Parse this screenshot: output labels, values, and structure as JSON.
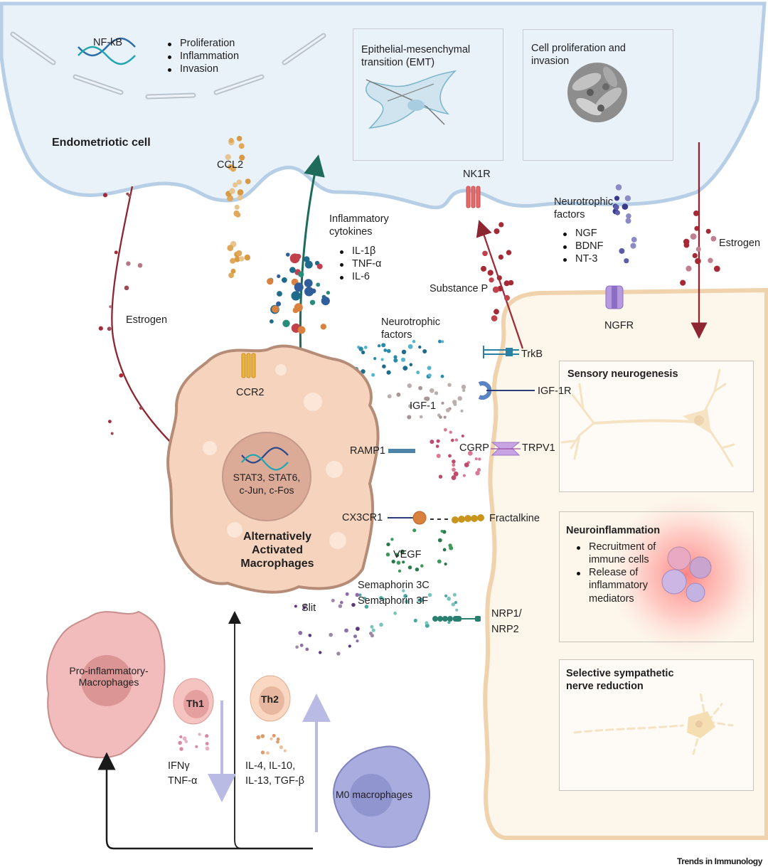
{
  "endometriotic_cell": {
    "label": "Endometriotic cell",
    "transcription_factor": "NF-kB",
    "effects": [
      "Proliferation",
      "Inflammation",
      "Invasion"
    ],
    "emt_box": {
      "title": "Epithelial-mesenchymal transition (EMT)"
    },
    "prolif_box": {
      "title": "Cell proliferation and invasion"
    }
  },
  "signals": {
    "ccl2": "CCL2",
    "ccr2": "CCR2",
    "inflammatory_cytokines": {
      "title": "Inflammatory cytokines",
      "items": [
        "IL-1β",
        "TNF-α",
        "IL-6"
      ]
    },
    "nk1r": "NK1R",
    "substance_p": "Substance P",
    "neurotrophic_top": {
      "title": "Neurotrophic factors",
      "items": [
        "NGF",
        "BDNF",
        "NT-3"
      ]
    },
    "ngfr": "NGFR",
    "estrogen_left": "Estrogen",
    "estrogen_right": "Estrogen",
    "neurotrophic_mid": "Neurotrophic factors",
    "trkb": "TrkB",
    "igf1": "IGF-1",
    "igf1r": "IGF-1R",
    "ramp1": "RAMP1",
    "cgrp": "CGRP",
    "trpv1": "TRPV1",
    "cx3cr1": "CX3CR1",
    "fractalkine": "Fractalkine",
    "vegf": "VEGF",
    "semaphorin": [
      "Semaphorin 3C",
      "Semaphorin 3F"
    ],
    "slit": "Slit",
    "nrp": [
      "NRP1/",
      "NRP2"
    ]
  },
  "macrophage": {
    "nucleus_text": [
      "STAT3, STAT6,",
      "c-Jun, c-Fos"
    ],
    "name": [
      "Alternatively",
      "Activated",
      "Macrophages"
    ]
  },
  "lower_left": {
    "pro_inflammatory": [
      "Pro-inflammatory-",
      "Macrophages"
    ],
    "th1": "Th1",
    "th2": "Th2",
    "th1_cytokines": [
      "IFNγ",
      "TNF-α"
    ],
    "th2_cytokines": [
      "IL-4, IL-10,",
      "IL-13, TGF-β"
    ],
    "m0": "M0 macrophages"
  },
  "panels": {
    "sensory": {
      "title": "Sensory neurogenesis"
    },
    "neuroinflammation": {
      "title": "Neuroinflammation",
      "items": [
        "Recruitment of immune cells",
        "Release of inflammatory mediators"
      ]
    },
    "sympathetic": {
      "title": "Selective sympathetic nerve reduction"
    }
  },
  "credit": "Trends in Immunology",
  "colors": {
    "endometriotic_fill": "#e9f1f9",
    "endometriotic_membrane": "#b6cfe6",
    "nerve_fill": "#fdf6ea",
    "nerve_membrane": "#f0d2ad",
    "macrophage_fill": "#f6d3bd",
    "macrophage_outline": "#b58c77",
    "estrogen_arrow": "#8c2631",
    "cytokine_arrow": "#1e6b5c",
    "pro_inflammatory_fill": "#f0b9b9",
    "m0_fill": "#a9acdf",
    "neuron": "#e8c07a"
  }
}
